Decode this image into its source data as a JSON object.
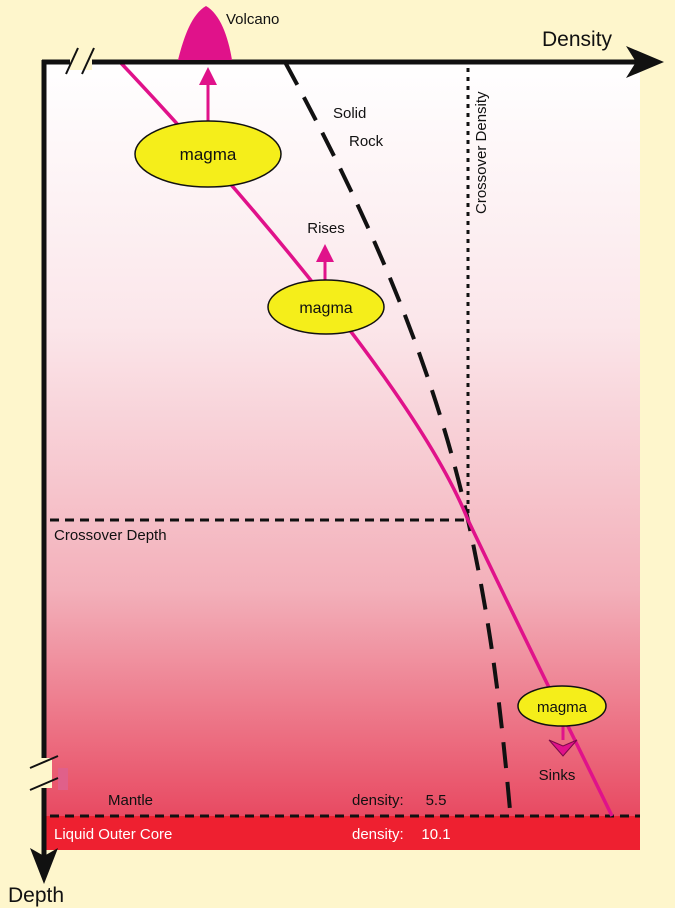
{
  "axes": {
    "x_label": "Density",
    "y_label": "Depth"
  },
  "labels": {
    "volcano": "Volcano",
    "solid_rock_line1": "Solid",
    "solid_rock_line2": "Rock",
    "crossover_density": "Crossover Density",
    "crossover_depth": "Crossover Depth",
    "rises": "Rises",
    "sinks": "Sinks"
  },
  "magma_bubbles": [
    {
      "label": "magma",
      "motion": "rises"
    },
    {
      "label": "magma",
      "motion": "rises"
    },
    {
      "label": "magma",
      "motion": "sinks"
    }
  ],
  "layers": {
    "mantle": {
      "name": "Mantle",
      "density_label": "density:",
      "density_value": "5.5"
    },
    "outer_core": {
      "name": "Liquid Outer Core",
      "density_label": "density:",
      "density_value": "10.1"
    }
  },
  "colors": {
    "background": "#fef6cc",
    "magma_line": "#e0128a",
    "magma_fill": "#f5ee1a",
    "core": "#ee2030",
    "gradient_top": "#ffffff",
    "gradient_bottom": "#e84a62"
  }
}
